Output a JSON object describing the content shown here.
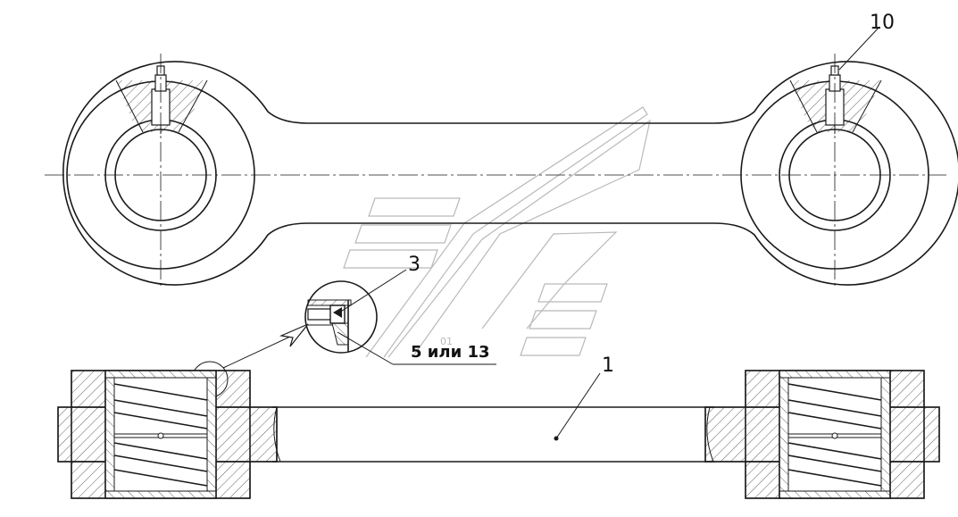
{
  "callouts": {
    "part_10": "10",
    "part_3": "3",
    "part_5_or_13": "5 или 13",
    "part_1": "1"
  },
  "watermark": {
    "small_text": "01"
  },
  "colors": {
    "line": "#1a1a1a",
    "watermark": "#b9b9b9",
    "background": "#ffffff"
  }
}
